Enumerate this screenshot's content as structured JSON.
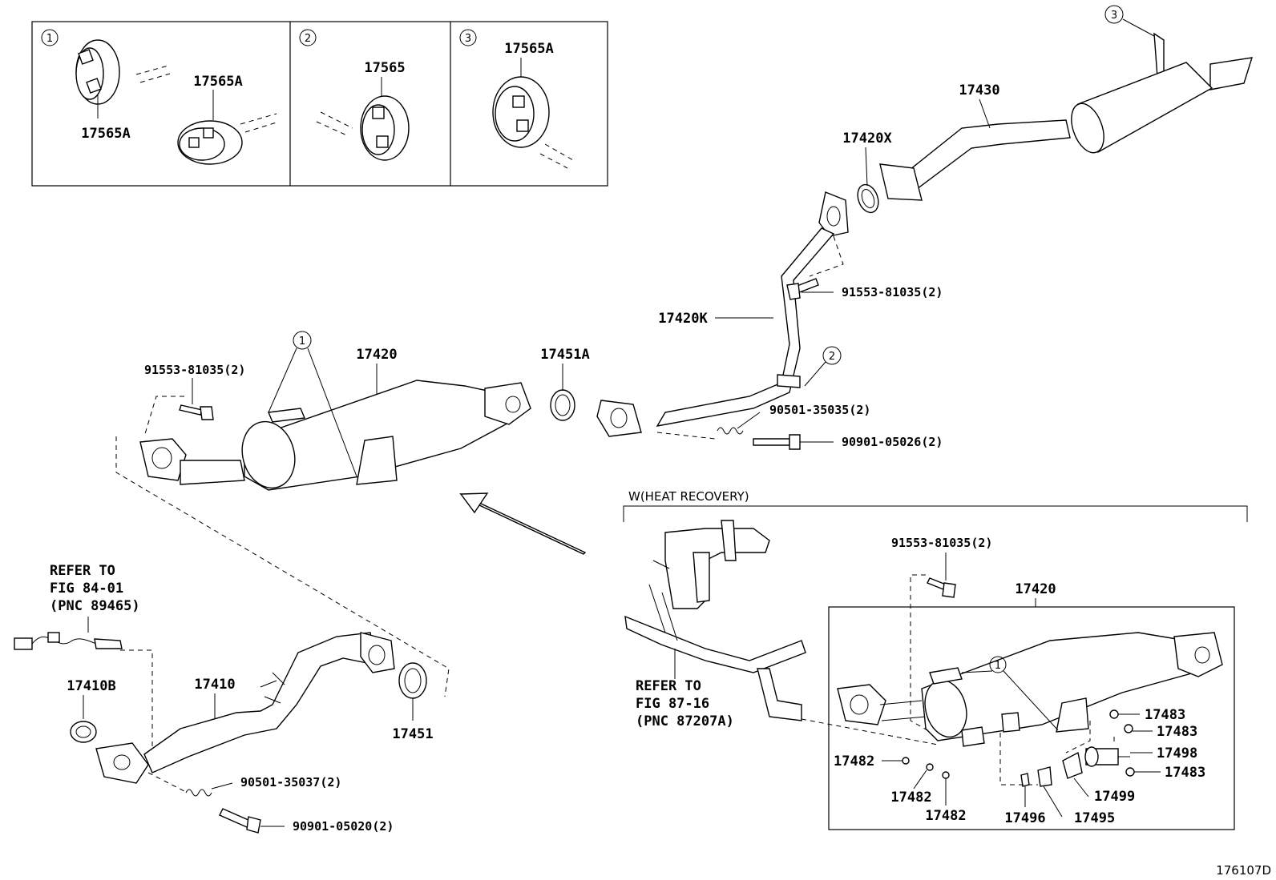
{
  "inset": {
    "panel1": {
      "marker": "1",
      "label_top": "17565A",
      "label_bottom": "17565A"
    },
    "panel2": {
      "marker": "2",
      "label": "17565"
    },
    "panel3": {
      "marker": "3",
      "label": "17565A"
    }
  },
  "callout_markers": [
    "1",
    "2",
    "3"
  ],
  "labels": {
    "p17430": "17430",
    "p17420X": "17420X",
    "p91553_a": "91553-81035(2)",
    "p17420K": "17420K",
    "p17420_main": "17420",
    "p91553_b": "91553-81035(2)",
    "p17451A": "17451A",
    "p90501_35035": "90501-35035(2)",
    "p90901_05026": "90901-05026(2)",
    "heat_recovery": "W(HEAT RECOVERY)",
    "p91553_c": "91553-81035(2)",
    "p17420_hr": "17420",
    "refer1_line1": "REFER TO",
    "refer1_line2": "FIG 84-01",
    "refer1_line3": "(PNC 89465)",
    "p17410B": "17410B",
    "p17410": "17410",
    "p17451": "17451",
    "p90501_35037": "90501-35037(2)",
    "p90901_05020": "90901-05020(2)",
    "refer2_line1": "REFER TO",
    "refer2_line2": "FIG 87-16",
    "refer2_line3": "(PNC 87207A)",
    "p17483_a": "17483",
    "p17483_b": "17483",
    "p17498": "17498",
    "p17483_c": "17483",
    "p17482_a": "17482",
    "p17482_b": "17482",
    "p17482_c": "17482",
    "p17499": "17499",
    "p17496": "17496",
    "p17495": "17495",
    "figure_id": "176107D"
  }
}
